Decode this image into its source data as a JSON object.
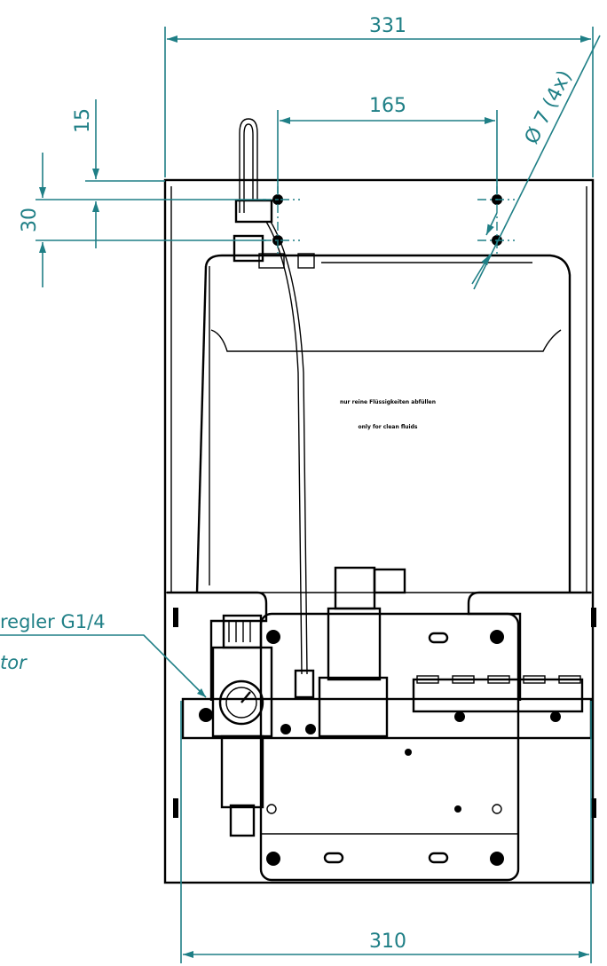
{
  "colors": {
    "dimension": "#1f7f86",
    "outline": "#000000",
    "background": "#ffffff"
  },
  "dimensions": {
    "overall_width": "331",
    "hole_spacing": "165",
    "hole_diameter": "Ø 7 (4x)",
    "top_offset": "15",
    "hole_vertical_spacing": "30",
    "base_width": "310"
  },
  "callout": {
    "line1": "regler G1/4",
    "line2": "tor"
  },
  "tank": {
    "label_de": "nur reine Flüssigkeiten abfüllen",
    "label_en": "only for clean fluids"
  }
}
